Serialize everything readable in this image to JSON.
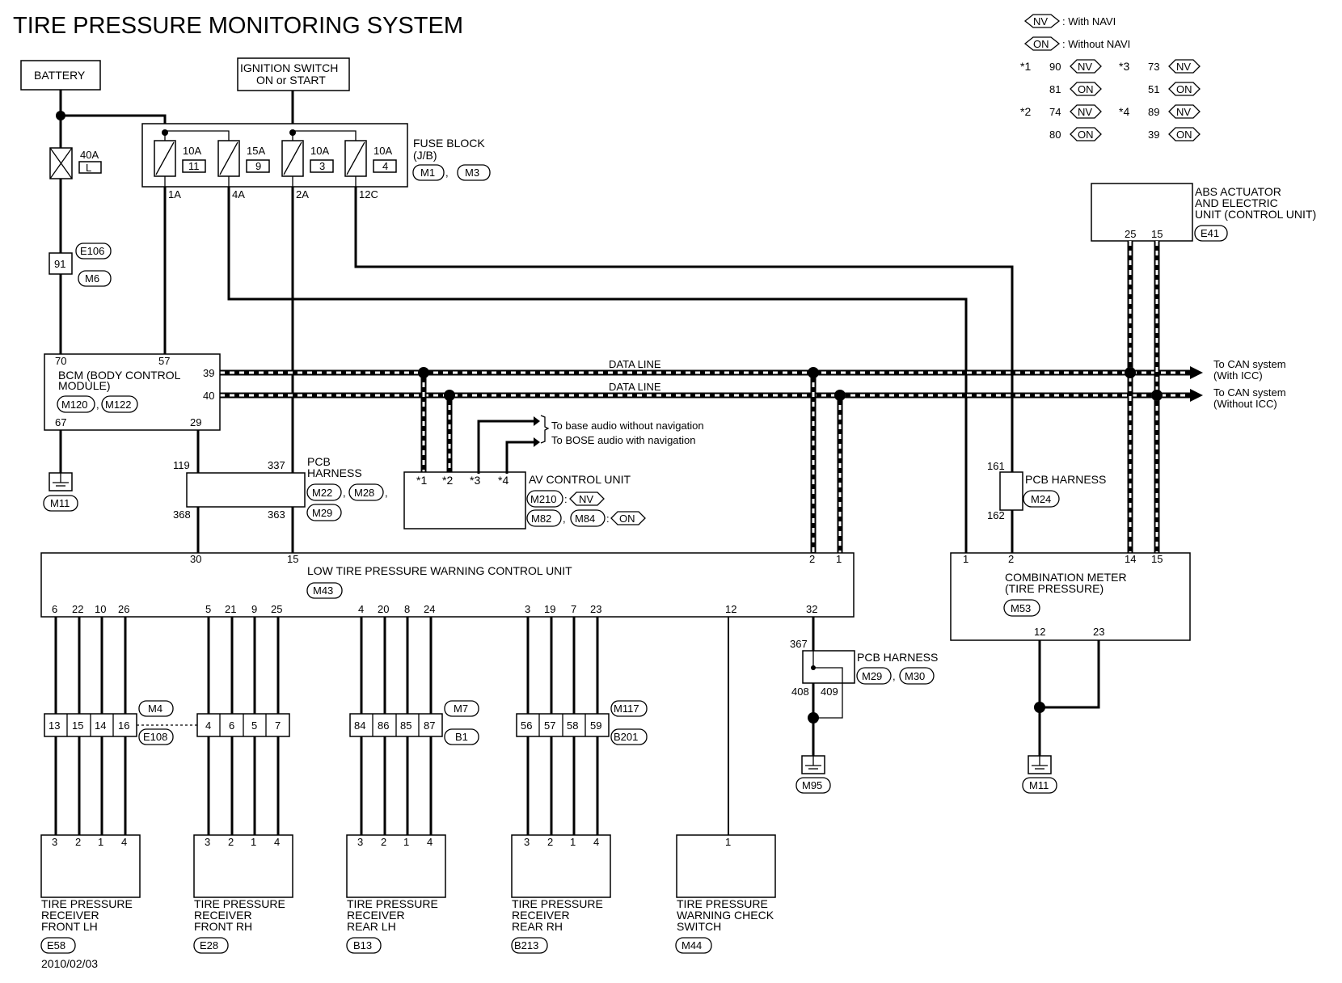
{
  "title": "TIRE PRESSURE MONITORING SYSTEM",
  "date": "2010/02/03",
  "legend": {
    "nv_tag": "NV",
    "nv_text": ": With NAVI",
    "on_tag": "ON",
    "on_text": ": Without NAVI",
    "notes": [
      {
        "mark": "*1",
        "a_pin": "90",
        "a_tag": "NV",
        "b_pin": "81",
        "b_tag": "ON"
      },
      {
        "mark": "*2",
        "a_pin": "74",
        "a_tag": "NV",
        "b_pin": "80",
        "b_tag": "ON"
      },
      {
        "mark": "*3",
        "a_pin": "73",
        "a_tag": "NV",
        "b_pin": "51",
        "b_tag": "ON"
      },
      {
        "mark": "*4",
        "a_pin": "89",
        "a_tag": "NV",
        "b_pin": "39",
        "b_tag": "ON"
      }
    ]
  },
  "battery": "BATTERY",
  "ignition": {
    "line1": "IGNITION SWITCH",
    "line2": "ON or START"
  },
  "fuse_main": {
    "amp": "40A",
    "id": "L"
  },
  "fuse_block": {
    "line1": "FUSE BLOCK",
    "line2": "(J/B)",
    "connectors": [
      "M1",
      "M3"
    ],
    "fuses": [
      {
        "amp": "10A",
        "num": "11",
        "out": "1A"
      },
      {
        "amp": "15A",
        "num": "9",
        "out": "4A"
      },
      {
        "amp": "10A",
        "num": "3",
        "out": "2A"
      },
      {
        "amp": "10A",
        "num": "4",
        "out": "12C"
      }
    ]
  },
  "joint_91": {
    "pin": "91",
    "conn_a": "E106",
    "conn_b": "M6"
  },
  "bcm": {
    "line1": "BCM (BODY CONTROL",
    "line2": "MODULE)",
    "connectors": [
      "M120",
      "M122"
    ],
    "pins": {
      "p70": "70",
      "p57": "57",
      "p39": "39",
      "p40": "40",
      "p67": "67",
      "p29": "29"
    }
  },
  "data_line": "DATA LINE",
  "can_with_icc": {
    "line1": "To CAN system",
    "line2": "(With ICC)"
  },
  "can_without_icc": {
    "line1": "To CAN system",
    "line2": "(Without ICC)"
  },
  "to_base_audio": "To base audio without navigation",
  "to_bose_audio": "To BOSE audio with navigation",
  "av_unit": {
    "label": "AV CONTROL UNIT",
    "pins": [
      "*1",
      "*2",
      "*3",
      "*4"
    ],
    "conn_nv": [
      "M210"
    ],
    "conn_on": [
      "M82",
      "M84"
    ]
  },
  "pcb1": {
    "line1": "PCB",
    "line2": "HARNESS",
    "connectors": [
      "M22",
      "M28",
      "M29"
    ],
    "pins": {
      "tl": "119",
      "tr": "337",
      "bl": "368",
      "br": "363"
    }
  },
  "abs": {
    "line1": "ABS ACTUATOR",
    "line2": "AND ELECTRIC",
    "line3": "UNIT (CONTROL UNIT)",
    "connector": "E41",
    "pins": [
      "25",
      "15"
    ]
  },
  "pcb2": {
    "label": "PCB HARNESS",
    "connector": "M24",
    "pins": {
      "top": "161",
      "bottom": "162"
    }
  },
  "control_unit": {
    "label": "LOW TIRE PRESSURE WARNING CONTROL UNIT",
    "connector": "M43",
    "top_pins": {
      "p30": "30",
      "p15": "15",
      "p2": "2",
      "p1": "1"
    },
    "bottom_groups": [
      [
        "6",
        "22",
        "10",
        "26"
      ],
      [
        "5",
        "21",
        "9",
        "25"
      ],
      [
        "4",
        "20",
        "8",
        "24"
      ],
      [
        "3",
        "19",
        "7",
        "23"
      ]
    ],
    "p12": "12",
    "p32": "32"
  },
  "meter": {
    "line1": "COMBINATION METER",
    "line2": "(TIRE PRESSURE)",
    "connector": "M53",
    "top_pins": [
      "1",
      "2",
      "14",
      "15"
    ],
    "bottom_pins": [
      "12",
      "23"
    ]
  },
  "pcb3": {
    "label": "PCB HARNESS",
    "connectors": [
      "M29",
      "M30"
    ],
    "pins": {
      "top": "367",
      "bl": "408",
      "br": "409"
    }
  },
  "grounds": [
    "M11",
    "M95",
    "M11"
  ],
  "inline_connectors": [
    {
      "pins": [
        "13",
        "15",
        "14",
        "16"
      ],
      "conn_a": "M4",
      "conn_b": "E108"
    },
    {
      "pins": [
        "4",
        "6",
        "5",
        "7"
      ]
    },
    {
      "pins": [
        "84",
        "86",
        "85",
        "87"
      ],
      "conn_a": "M7",
      "conn_b": "B1"
    },
    {
      "pins": [
        "56",
        "57",
        "58",
        "59"
      ],
      "conn_a": "M117",
      "conn_b": "B201"
    }
  ],
  "receivers": [
    {
      "line1": "TIRE PRESSURE",
      "line2": "RECEIVER",
      "line3": "FRONT LH",
      "connector": "E58",
      "pins": [
        "3",
        "2",
        "1",
        "4"
      ]
    },
    {
      "line1": "TIRE PRESSURE",
      "line2": "RECEIVER",
      "line3": "FRONT RH",
      "connector": "E28",
      "pins": [
        "3",
        "2",
        "1",
        "4"
      ]
    },
    {
      "line1": "TIRE PRESSURE",
      "line2": "RECEIVER",
      "line3": "REAR LH",
      "connector": "B13",
      "pins": [
        "3",
        "2",
        "1",
        "4"
      ]
    },
    {
      "line1": "TIRE PRESSURE",
      "line2": "RECEIVER",
      "line3": "REAR RH",
      "connector": "B213",
      "pins": [
        "3",
        "2",
        "1",
        "4"
      ]
    }
  ],
  "check_switch": {
    "line1": "TIRE PRESSURE",
    "line2": "WARNING CHECK",
    "line3": "SWITCH",
    "connector": "M44",
    "pin": "1"
  }
}
